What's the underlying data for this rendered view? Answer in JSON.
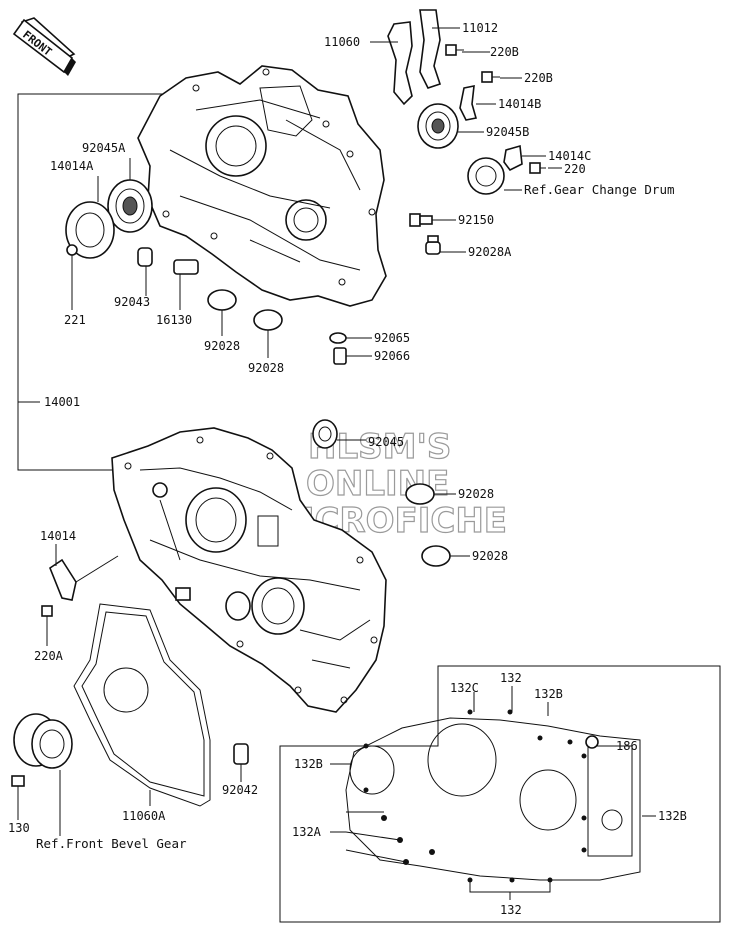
{
  "front_badge": "FRONT",
  "watermark": [
    "HLSM'S",
    "ONLINE",
    "MICROFICHE"
  ],
  "labels": {
    "p11060": "11060",
    "p11012": "11012",
    "p220B_1": "220B",
    "p220B_2": "220B",
    "p14014B": "14014B",
    "p92045B": "92045B",
    "p14014C": "14014C",
    "p220": "220",
    "ref_gear_change": "Ref.Gear Change Drum",
    "p92150": "92150",
    "p92028A": "92028A",
    "p92045A": "92045A",
    "p14014A": "14014A",
    "p92043": "92043",
    "p16130": "16130",
    "p92028_1": "92028",
    "p92028_2": "92028",
    "p221": "221",
    "p92065": "92065",
    "p92066": "92066",
    "p14001": "14001",
    "p92045": "92045",
    "p92028_3": "92028",
    "p92028_4": "92028",
    "p14014": "14014",
    "p220A": "220A",
    "p132C": "132C",
    "p132_top": "132",
    "p132B_top": "132B",
    "p186": "186",
    "p132B_left": "132B",
    "p132B_right": "132B",
    "p132A": "132A",
    "p132_bottom": "132",
    "p92042": "92042",
    "p11060A": "11060A",
    "p130": "130",
    "ref_front_bevel": "Ref.Front Bevel Gear"
  }
}
